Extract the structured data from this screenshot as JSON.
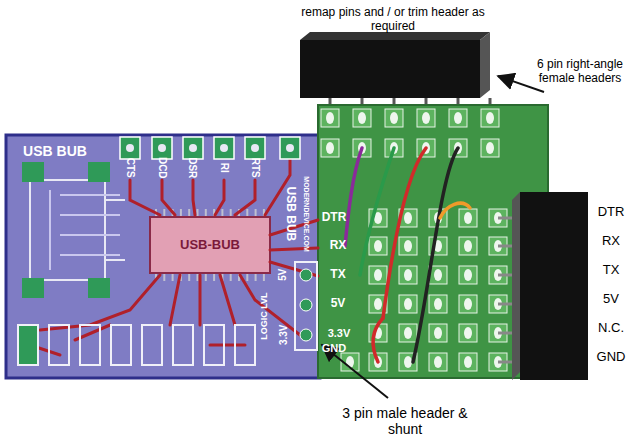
{
  "diagram": {
    "labels": [
      "remap pins and / or trim header as required",
      "6 pin right-angle female headers",
      "USB BUB",
      "CTS",
      "DCD",
      "DSR",
      "RI",
      "RTS",
      "USB BUB",
      "MODERNDEVICE.COM",
      "DTR",
      "RX",
      "TX",
      "5V",
      "3.3V",
      "GND",
      "LOGIC LVL",
      "5V",
      "3.3V",
      "DTR",
      "RX",
      "TX",
      "5V",
      "N.C.",
      "GND",
      "3 pin male header & shunt",
      "USB-BUB"
    ]
  }
}
